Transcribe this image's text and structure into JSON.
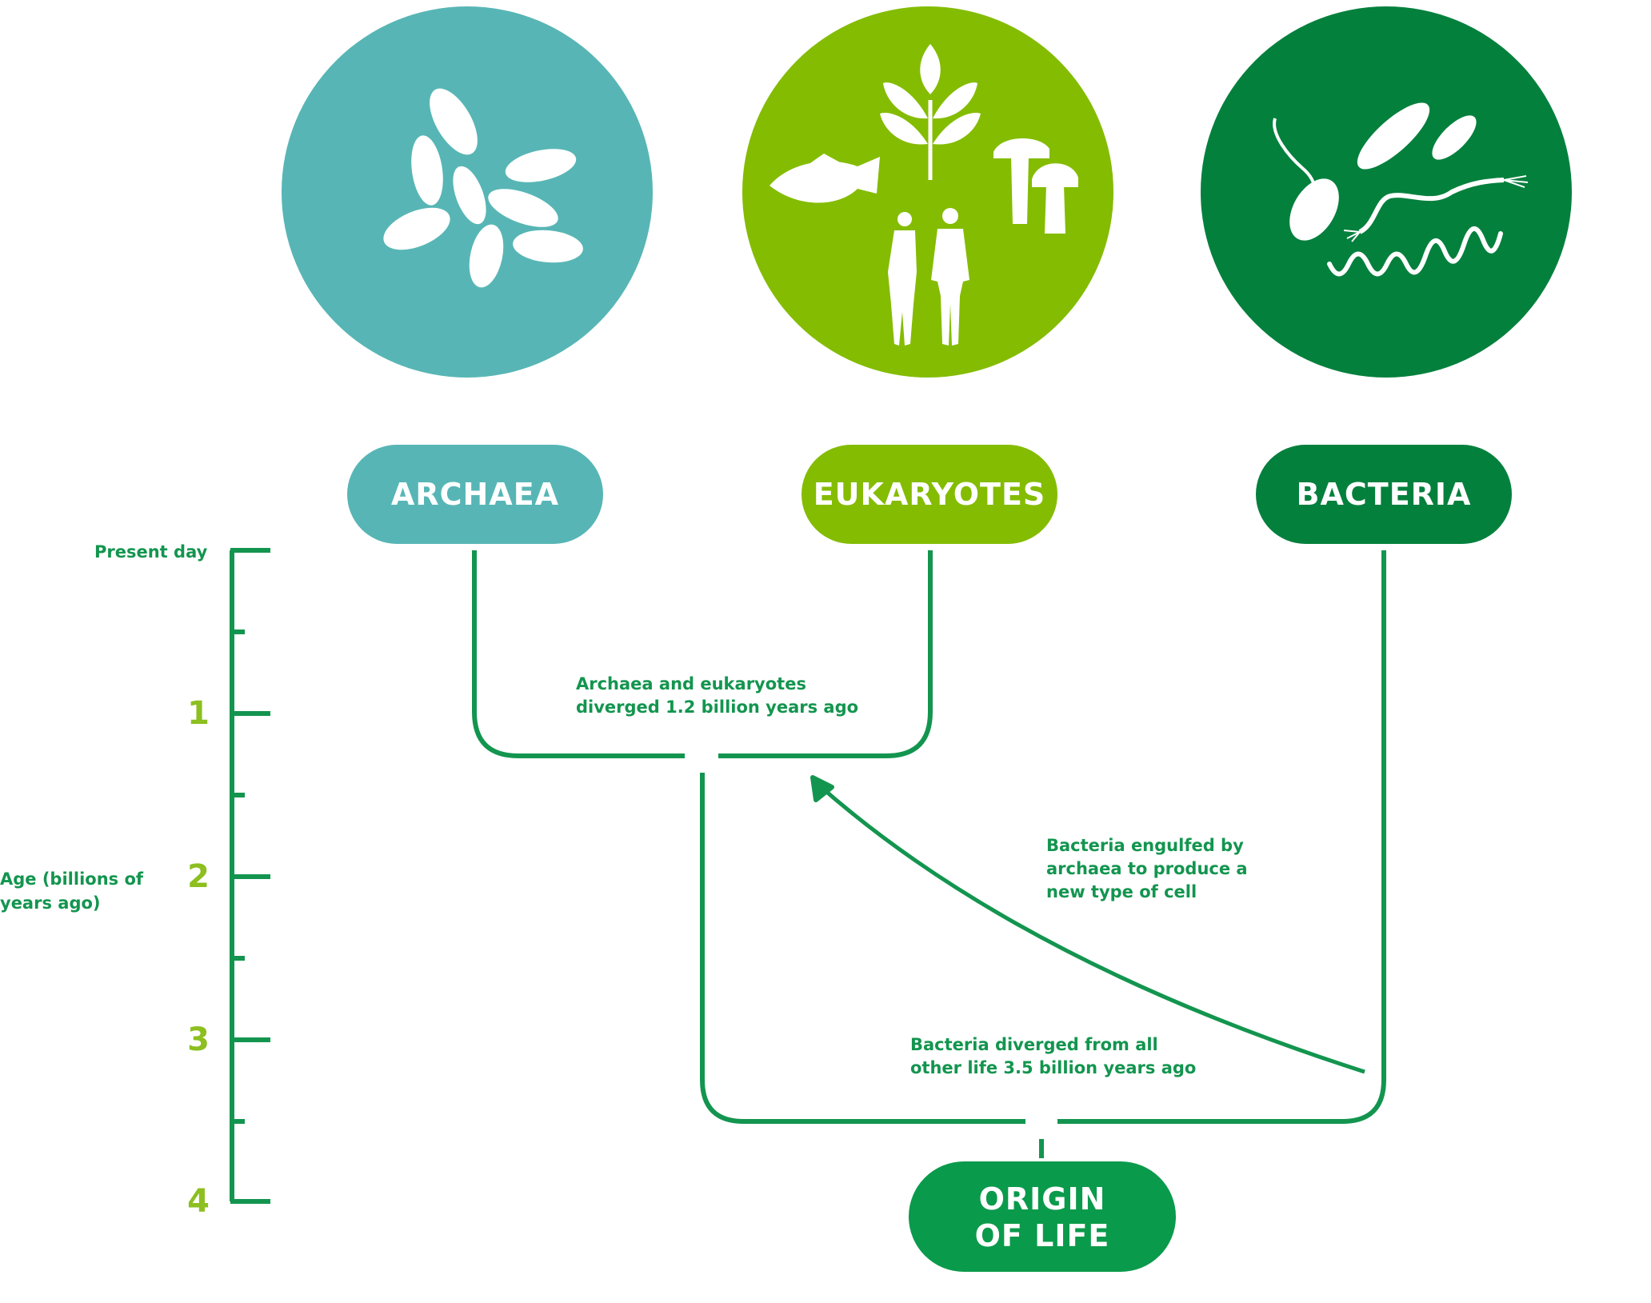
{
  "colors": {
    "archaea": "#57b6b5",
    "eukaryotes": "#84bc02",
    "bacteria": "#04803d",
    "origin": "#0a9a4b",
    "line": "#13954f",
    "tick_number": "#8cbf1f"
  },
  "groups": {
    "archaea": {
      "label": "ARCHAEA",
      "icon": "archaea-cells-icon"
    },
    "eukaryotes": {
      "label": "EUKARYOTES",
      "icon": "plant-fish-fungi-humans-icon"
    },
    "bacteria": {
      "label": "BACTERIA",
      "icon": "bacteria-icon"
    }
  },
  "origin": {
    "line1": "ORIGIN",
    "line2": "OF LIFE"
  },
  "axis": {
    "title_line1": "Age (billions of",
    "title_line2": "years ago)",
    "present_label": "Present day",
    "ticks": [
      "1",
      "2",
      "3",
      "4"
    ]
  },
  "notes": {
    "archaea_eukaryotes_line1": "Archaea and eukaryotes",
    "archaea_eukaryotes_line2": "diverged 1.2 billion years ago",
    "engulfed_line1": "Bacteria engulfed by",
    "engulfed_line2": "archaea to produce a",
    "engulfed_line3": "new type of cell",
    "bacteria_line1": "Bacteria diverged from all",
    "bacteria_line2": "other life 3.5 billion years ago"
  }
}
